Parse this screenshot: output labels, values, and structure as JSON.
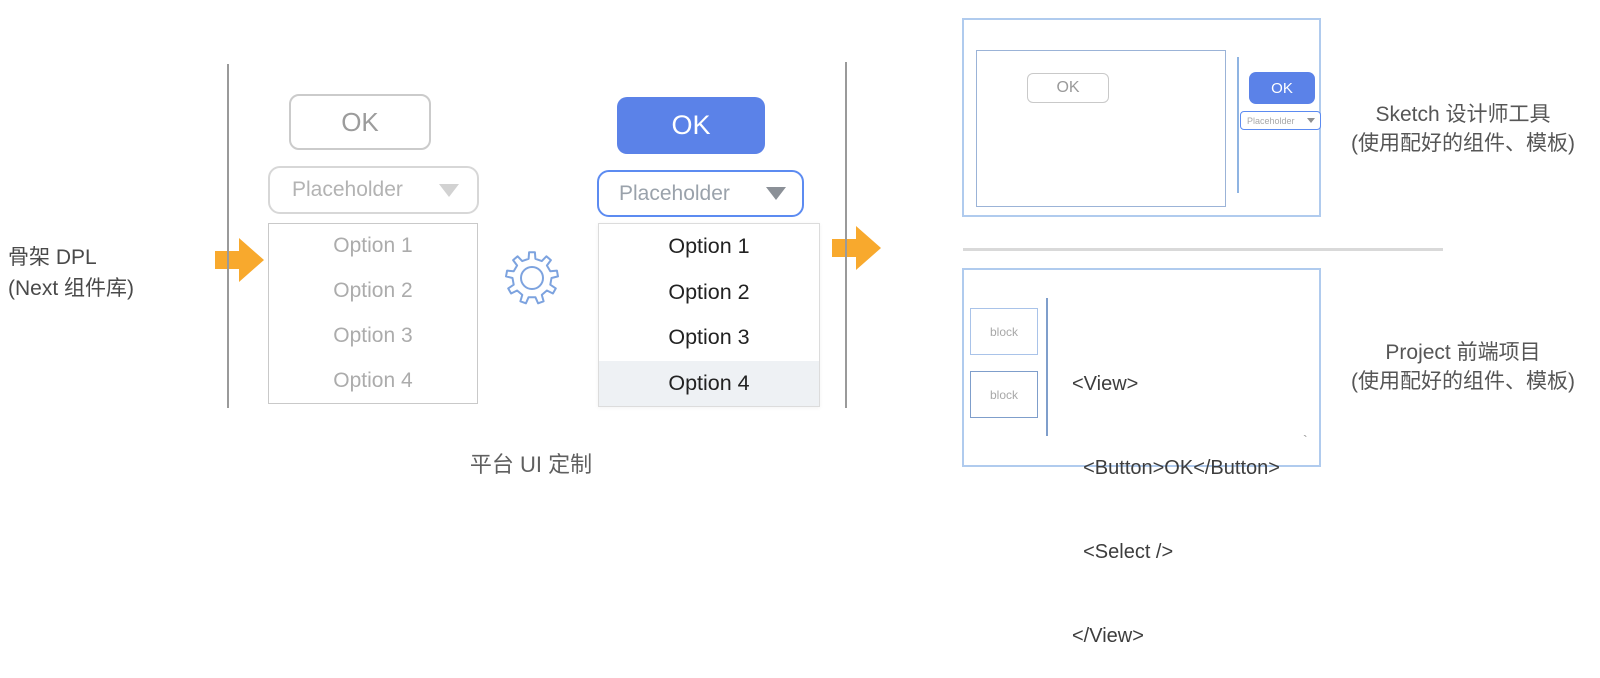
{
  "left": {
    "title_line1": "骨架 DPL",
    "title_line2": "(Next 组件库)"
  },
  "skeleton_panel": {
    "ok_label": "OK",
    "select_placeholder": "Placeholder",
    "options": [
      "Option 1",
      "Option 2",
      "Option 3",
      "Option 4"
    ]
  },
  "styled_panel": {
    "ok_label": "OK",
    "select_placeholder": "Placeholder",
    "options": [
      "Option 1",
      "Option 2",
      "Option 3",
      "Option 4"
    ],
    "selected_option": "Option 4"
  },
  "caption": "平台 UI 定制",
  "sketch_panel": {
    "artboard_ok_label": "OK",
    "library_ok_label": "OK",
    "library_select_placeholder": "Placeholder",
    "label_line1": "Sketch 设计师工具",
    "label_line2": "(使用配好的组件、模板)"
  },
  "project_panel": {
    "block1_label": "block",
    "block2_label": "block",
    "code_lines": [
      "<View>",
      "  <Button>OK</Button>",
      "  <Select />",
      "</View>"
    ],
    "stray_mark": "`",
    "label_line1": "Project 前端项目",
    "label_line2": "(使用配好的组件、模板)"
  },
  "colors": {
    "accent_orange": "#F8A92D",
    "accent_blue": "#5B82E8",
    "outline_blue": "#7DA3DF",
    "selected_row_bg": "#EEF1F4"
  }
}
